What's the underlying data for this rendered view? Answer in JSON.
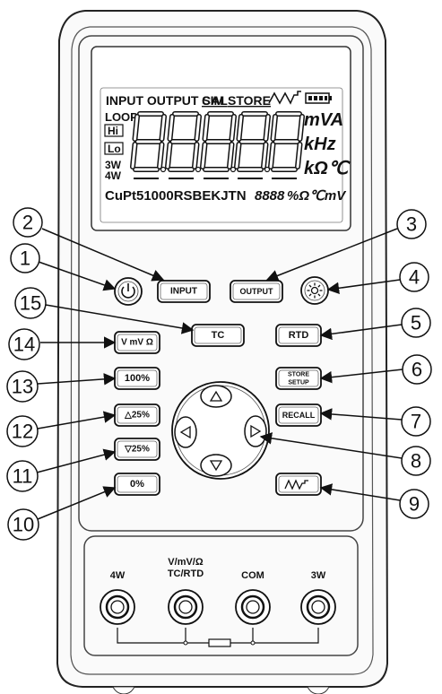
{
  "lcd": {
    "top_left": "INPUT OUTPUT SIM",
    "cal": "CAL",
    "store": "STORE",
    "loop": "LOOP",
    "hi": "Hi",
    "lo": "Lo",
    "w3": "3W",
    "w4": "4W",
    "unit1": "mVA",
    "unit2": "kHz",
    "unit3": "kΩ℃",
    "bottom_left": "CuPt51000RSBEKJTN",
    "bottom_digits": "8888",
    "bottom_units": "%Ω℃mV"
  },
  "buttons": {
    "input": "INPUT",
    "output": "OUTPUT",
    "tc": "TC",
    "rtd": "RTD",
    "vmv": "V mV Ω",
    "p100": "100%",
    "store_1": "STORE",
    "store_2": "SETUP",
    "up25": "△25%",
    "recall": "RECALL",
    "down25": "▽25%",
    "p0": "0%"
  },
  "jacks": {
    "j4w": "4W",
    "vmv_1": "V/mV/Ω",
    "vmv_2": "TC/RTD",
    "com": "COM",
    "j3w": "3W"
  },
  "callouts": [
    "1",
    "2",
    "3",
    "4",
    "5",
    "6",
    "7",
    "8",
    "9",
    "10",
    "11",
    "12",
    "13",
    "14",
    "15"
  ],
  "icons": [
    "power-icon",
    "brightness-icon",
    "arrow-up-icon",
    "arrow-down-icon",
    "arrow-left-icon",
    "arrow-right-icon",
    "waveform-icon",
    "battery-icon"
  ]
}
